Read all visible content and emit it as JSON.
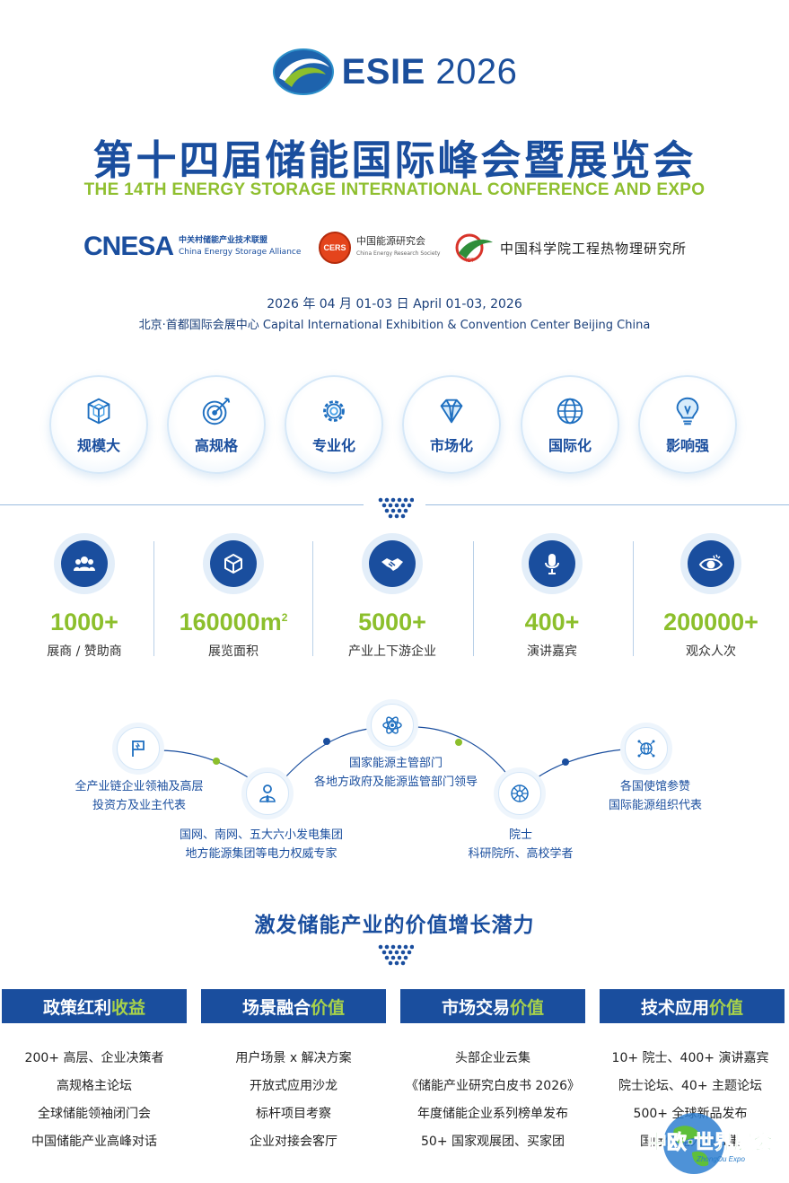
{
  "header": {
    "logo_text_a": "ESIE",
    "logo_text_b": "2026",
    "title_cn": "第十四届储能国际峰会暨展览会",
    "title_en": "THE 14TH ENERGY STORAGE INTERNATIONAL CONFERENCE AND EXPO"
  },
  "organizers": {
    "cnesa": {
      "abbr": "CNESA",
      "cn": "中关村储能产业技术联盟",
      "en": "China Energy Storage Alliance"
    },
    "cers": {
      "badge": "CERS",
      "cn": "中国能源研究会",
      "en": "China Energy Research Society"
    },
    "iet": {
      "badge": "IET",
      "cn": "中国科学院工程热物理研究所"
    }
  },
  "event": {
    "date": "2026 年 04 月 01-03 日  April 01-03, 2026",
    "venue": "北京·首都国际会展中心 Capital International Exhibition & Convention Center Beijing China"
  },
  "features": [
    {
      "label": "规模大",
      "icon": "cube-icon"
    },
    {
      "label": "高规格",
      "icon": "target-icon"
    },
    {
      "label": "专业化",
      "icon": "gear-icon"
    },
    {
      "label": "市场化",
      "icon": "diamond-icon"
    },
    {
      "label": "国际化",
      "icon": "globe-icon"
    },
    {
      "label": "影响强",
      "icon": "lightbulb-icon"
    }
  ],
  "stats": [
    {
      "value": "1000+",
      "label": "展商 / 赞助商",
      "icon": "people-icon"
    },
    {
      "value": "160000m",
      "unit": "2",
      "label": "展览面积",
      "icon": "box-icon"
    },
    {
      "value": "5000+",
      "label": "产业上下游企业",
      "icon": "handshake-icon"
    },
    {
      "value": "400+",
      "label": "演讲嘉宾",
      "icon": "microphone-icon"
    },
    {
      "value": "200000+",
      "label": "观众人次",
      "icon": "eye-icon"
    }
  ],
  "audience": {
    "a1": [
      "全产业链企业领袖及高层",
      "投资方及业主代表"
    ],
    "a2": [
      "国网、南网、五大六小发电集团",
      "地方能源集团等电力权威专家"
    ],
    "a3": [
      "国家能源主管部门",
      "各地方政府及能源监管部门领导"
    ],
    "a4": [
      "院士",
      "科研院所、高校学者"
    ],
    "a5": [
      "各国使馆参赞",
      "国际能源组织代表"
    ]
  },
  "subtitle": "激发储能产业的价值增长潜力",
  "tabs": [
    {
      "main": "政策红利",
      "hl": "收益"
    },
    {
      "main": "场景融合",
      "hl": "价值"
    },
    {
      "main": "市场交易",
      "hl": "价值"
    },
    {
      "main": "技术应用",
      "hl": "价值"
    }
  ],
  "columns": [
    [
      "200+ 高层、企业决策者",
      "高规格主论坛",
      "全球储能领袖闭门会",
      "中国储能产业高峰对话"
    ],
    [
      "用户场景 x 解决方案",
      "开放式应用沙龙",
      "标杆项目考察",
      "企业对接会客厅"
    ],
    [
      "头部企业云集",
      "《储能产业研究白皮书 2026》",
      "年度储能企业系列榜单发布",
      "50+ 国家观展团、买家团"
    ],
    [
      "10+ 院士、400+ 演讲嘉宾",
      "院士论坛、40+ 主题论坛",
      "500+ 全球新品发布",
      "国际储能大咖云集"
    ]
  ],
  "watermark": {
    "cn": "中欧·世界展会",
    "en": "ZhongOu Expo"
  },
  "colors": {
    "primary": "#1a4e9e",
    "accent": "#8cbf2c",
    "light": "#e3eef9"
  }
}
